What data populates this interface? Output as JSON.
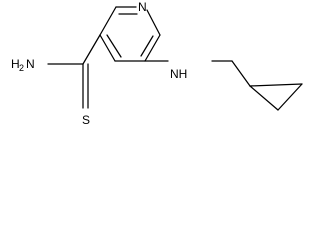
{
  "molecule": {
    "atoms": {
      "ring_nitrogen": "N",
      "amine": "NH",
      "amide_nitrogen_main": "H",
      "amide_nitrogen_sub": "2",
      "amide_nitrogen_tail": "N",
      "thio_sulfur": "S"
    },
    "colors": {
      "bond": "#000000",
      "background": "#ffffff"
    }
  }
}
